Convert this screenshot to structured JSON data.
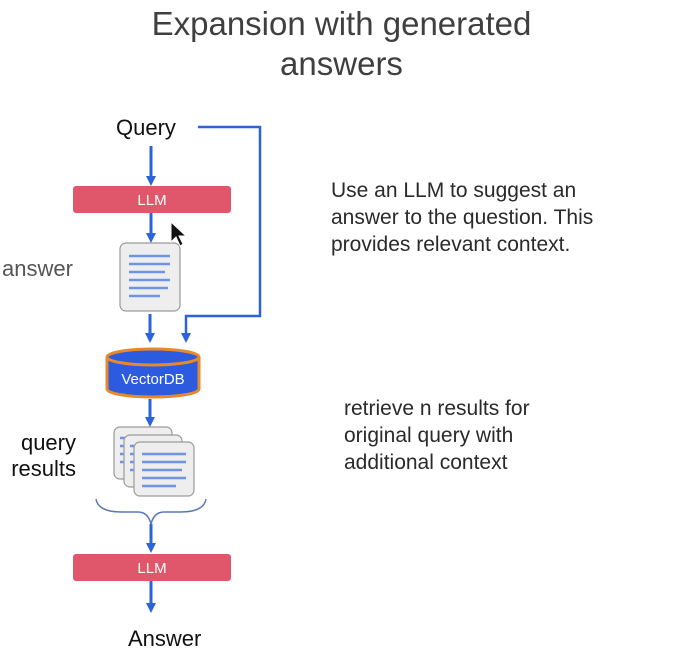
{
  "title": {
    "line1": "Expansion with generated",
    "line2": "answers"
  },
  "nodes": {
    "query": "Query",
    "llm_top": "LLM",
    "answer_label": "answer",
    "vectordb": "VectorDB",
    "query_results_line1": "query",
    "query_results_line2": "results",
    "llm_bottom": "LLM",
    "final_answer": "Answer"
  },
  "notes": {
    "note1": "Use an LLM to suggest an answer to the question. This provides relevant context.",
    "note2": "retrieve n results for original query with additional context"
  },
  "colors": {
    "arrow": "#2b63d9",
    "llm_box": "#e0576c",
    "vectordb_fill": "#2d5be0",
    "vectordb_border": "#e6892b",
    "doc_fill": "#eeeeee",
    "doc_lines": "#6f93e6"
  }
}
